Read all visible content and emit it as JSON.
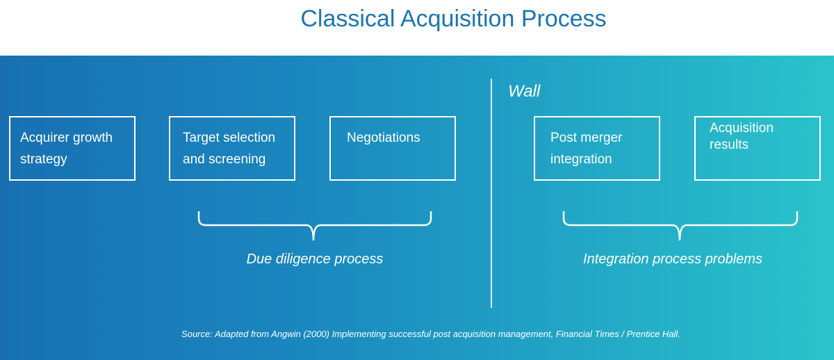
{
  "title": "Classical Acquisition Process",
  "boxes": [
    {
      "text": "Acquirer growth\nstrategy"
    },
    {
      "text": "Target selection\nand screening"
    },
    {
      "text": "Negotiations"
    },
    {
      "text": "Post merger\nintegration"
    },
    {
      "text": "Acquisition\nresults"
    }
  ],
  "wall_label": "Wall",
  "braces": [
    {
      "label": "Due diligence process"
    },
    {
      "label": "Integration process problems"
    }
  ],
  "source": "Source: Adapted from Angwin (2000) Implementing successful post acquisition management, Financial Times / Prentice Hall.",
  "colors": {
    "title": "#1a75b4",
    "gradient_start": "#1870b2",
    "gradient_end": "#2ac3cb",
    "foreground": "#ffffff"
  }
}
